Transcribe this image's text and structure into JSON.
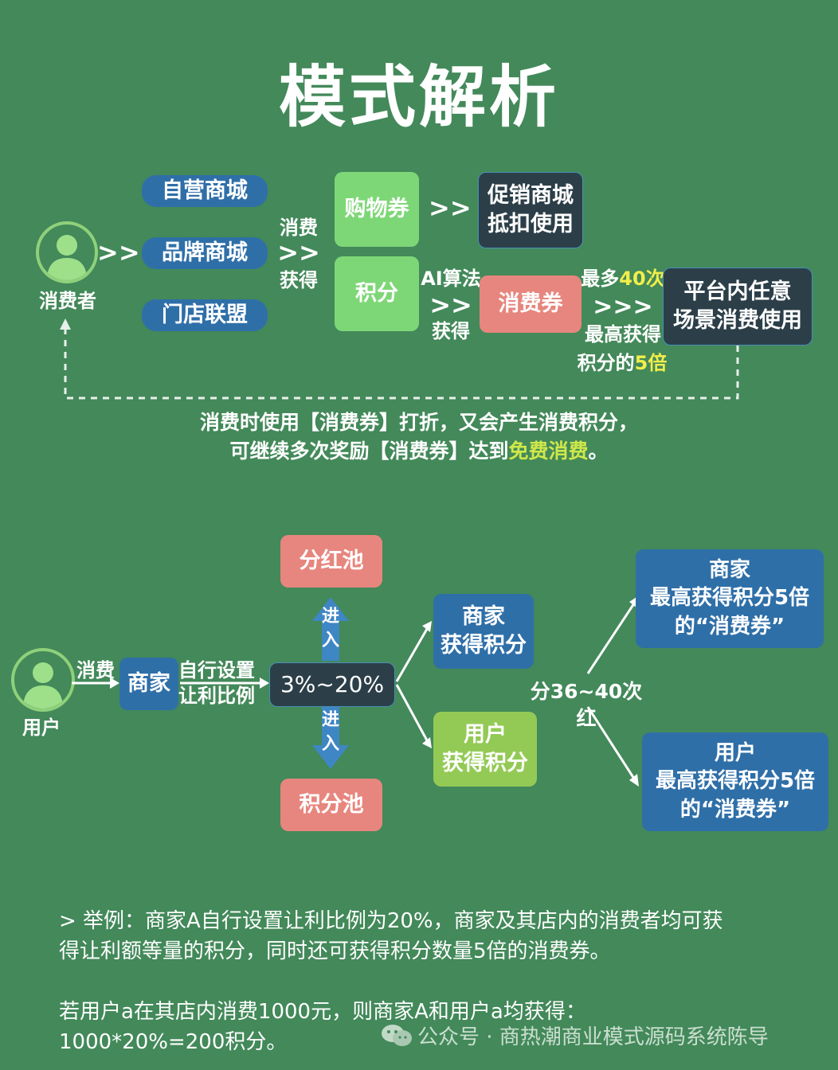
{
  "title": "模式解析",
  "top": {
    "consumer": "消费者",
    "arrow1": ">>",
    "malls": [
      "自营商城",
      "品牌商城",
      "门店联盟"
    ],
    "spend_label_1": "消费",
    "spend_arrow": ">>",
    "spend_label_2": "获得",
    "shopping_voucher": "购物券",
    "sv_arrow": ">>",
    "promo_line1": "促销商城",
    "promo_line2": "抵扣使用",
    "points": "积分",
    "ai_label_1": "AI算法",
    "ai_arrow": ">>",
    "ai_label_2": "获得",
    "consumption_voucher": "消费券",
    "max_prefix": "最多",
    "max_times": "40次",
    "long_arrow": ">>>",
    "max_gain_1": "最高获得",
    "max_gain_2_prefix": "积分的",
    "max_gain_2_value": "5倍",
    "platform_line1": "平台内任意",
    "platform_line2": "场景消费使用",
    "note_line1": "消费时使用【消费券】打折，又会产生消费积分，",
    "note_line2_prefix": "可继续多次奖励【消费券】达到",
    "note_line2_highlight": "免费消费",
    "note_line2_suffix": "。"
  },
  "bottom": {
    "user": "用户",
    "spend": "消费",
    "merchant": "商家",
    "self_set_1": "自行设置",
    "self_set_2": "让利比例",
    "range": "3%~20%",
    "dividend_pool": "分红池",
    "enter": "进入",
    "points_pool": "积分池",
    "merchant_points_1": "商家",
    "merchant_points_2": "获得积分",
    "user_points_1": "用户",
    "user_points_2": "获得积分",
    "dividend_times": "分36~40次红",
    "merchant_result_1": "商家",
    "merchant_result_2": "最高获得积分5倍",
    "merchant_result_3": "的“消费券”",
    "user_result_1": "用户",
    "user_result_2": "最高获得积分5倍",
    "user_result_3": "的“消费券”"
  },
  "example": {
    "line1": "> 举例：商家A自行设置让利比例为20%，商家及其店内的消费者均可获",
    "line2": "得让利额等量的积分，同时还可获得积分数量5倍的消费券。",
    "line3": "若用户a在其店内消费1000元，则商家A和用户a均获得：",
    "line4": "1000*20%=200积分。"
  },
  "watermark": "公众号 · 商热潮商业模式源码系统陈导",
  "icons": [
    "person-icon",
    "wechat-icon"
  ],
  "colors": {
    "background": "#43895a",
    "pill_blue": "#2f6fa8",
    "green_box": "#7ed777",
    "pink_box": "#e7867e",
    "dark_box": "#2c3f49",
    "highlight_yellow": "#f2ee4a"
  }
}
